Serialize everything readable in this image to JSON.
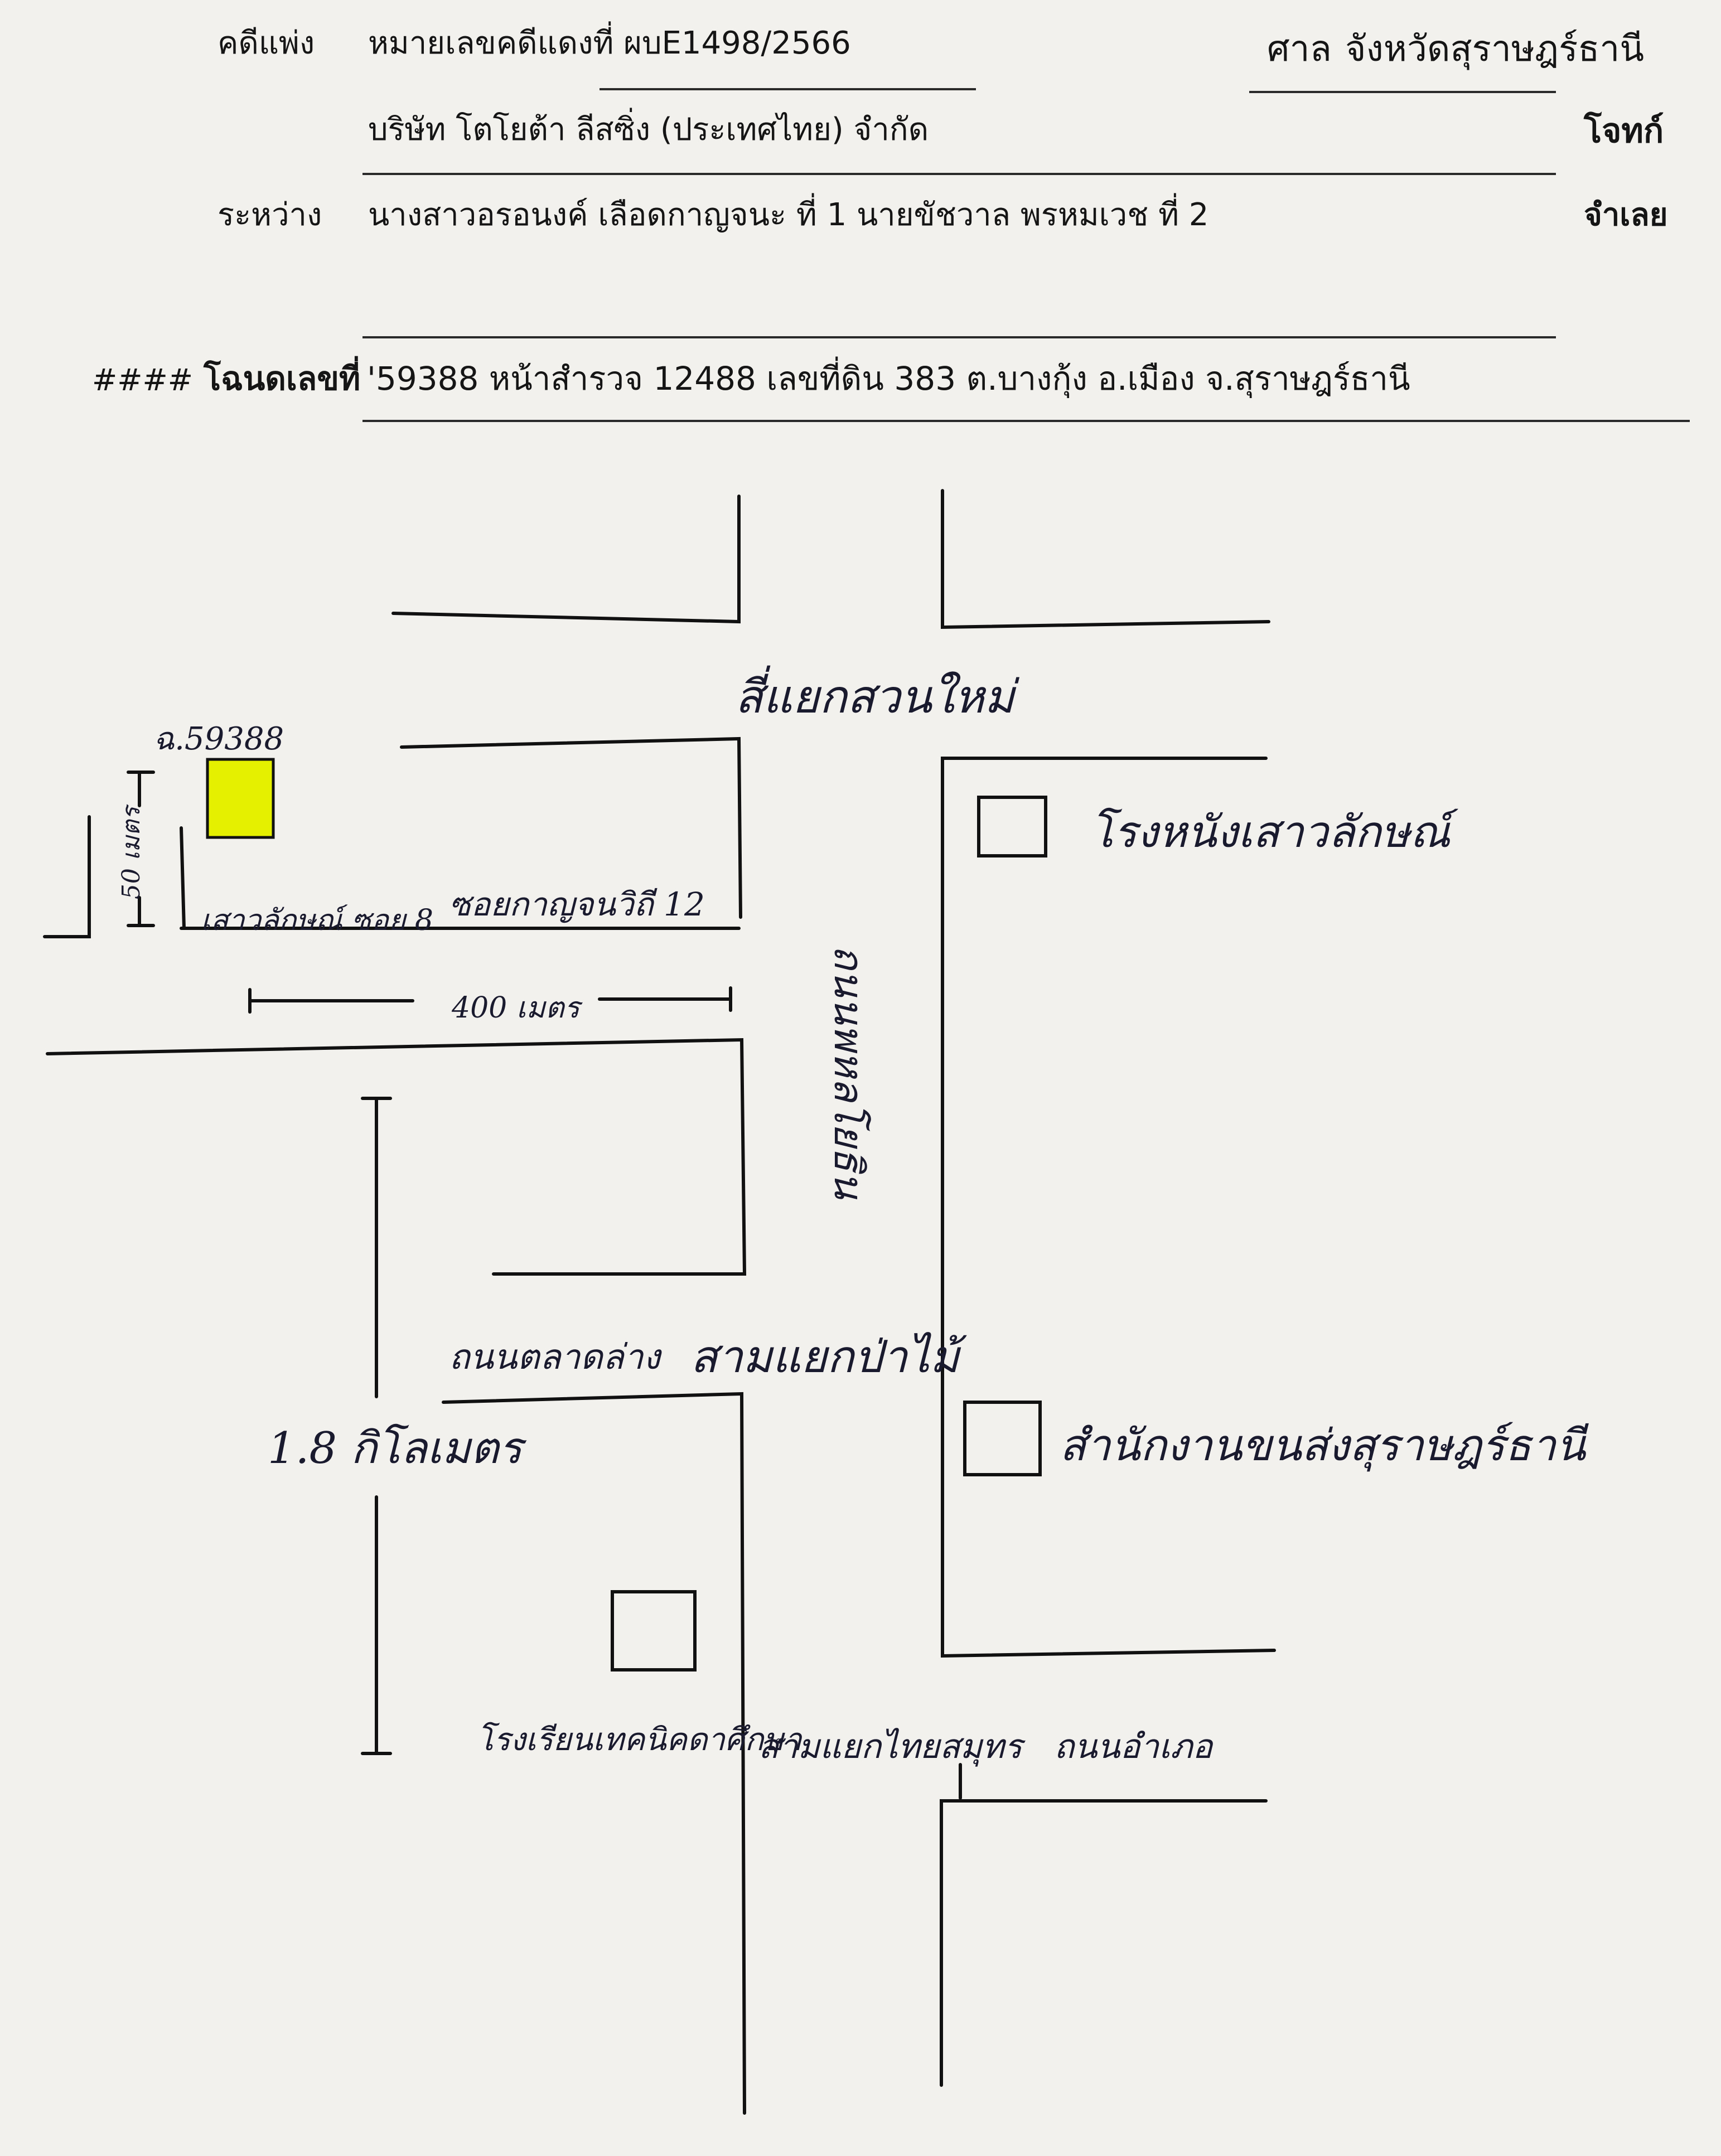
{
  "header": {
    "case_label": "คดีแพ่ง",
    "case_number": "หมายเลขคดีแดงที่ ผบE1498/2566",
    "court_label": "ศาล",
    "court_name": "จังหวัดสุราษฎร์ธานี",
    "plaintiff": "บริษัท โตโยต้า ลีสซิ่ง (ประเทศไทย) จำกัด",
    "plaintiff_role": "โจทก์",
    "between_label": "ระหว่าง",
    "defendants": "นางสาวอรอนงค์ เลือดกาญจนะ ที่ 1 นายขัชวาล พรหมเวช ที่ 2",
    "defendant_role": "จำเลย",
    "deed_prefix": "####",
    "deed_label": "โฉนดเลขที่",
    "deed_text": "'59388 หน้าสำรวจ 12488 เลขที่ดิน 383 ต.บางกุ้ง อ.เมือง จ.สุราษฎร์ธานี"
  },
  "map": {
    "parcel_label": "ฉ.59388",
    "parcel_color": "#e4f000",
    "intersection_north": "สี่แยกสวนใหม่",
    "landmark_hotel": "โรงหนังเสาวลักษณ์",
    "soi_saowalak": "เสาวลักษณ์ ซอย 8",
    "soi_kanjanawithi": "ซอยกาญจนวิถี 12",
    "main_road": "ถนนพหลโยธิน",
    "distance_50m": "50 เมตร",
    "distance_400m": "400 เมตร",
    "distance_km": "1.8 กิโลเมตร",
    "road_talat_lang": "ถนนตลาดล่าง",
    "intersection_pamai": "สามแยกป่าไม้",
    "landmark_office": "สำนักงานขนส่งสุราษฎร์ธานี",
    "landmark_school": "โรงเรียนเทคนิคดาศึกษา",
    "intersection_thaisamakkhi": "สามแยกไทยสมุทร",
    "road_amphoe": "ถนนอำเภอ"
  }
}
